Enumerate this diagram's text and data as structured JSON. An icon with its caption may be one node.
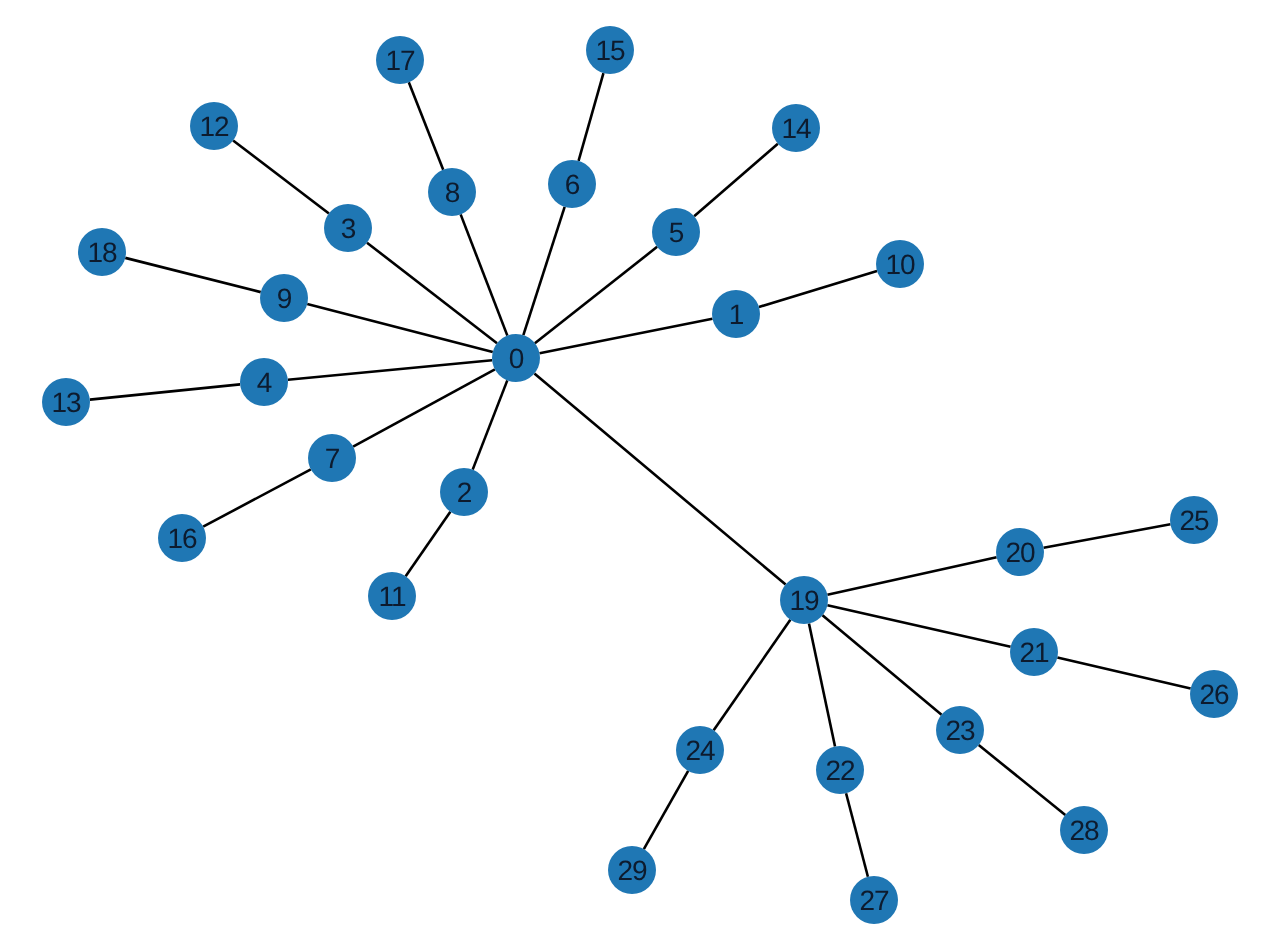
{
  "diagram": {
    "nodes": [
      {
        "text": [
          "0"
        ]
      },
      {
        "text": [
          "1"
        ]
      },
      {
        "text": [
          "2"
        ]
      },
      {
        "text": [
          "3"
        ]
      },
      {
        "text": [
          "4"
        ]
      },
      {
        "text": [
          "5"
        ]
      },
      {
        "text": [
          "6"
        ]
      },
      {
        "text": [
          "7"
        ]
      },
      {
        "text": [
          "8"
        ]
      },
      {
        "text": [
          "9"
        ]
      },
      {
        "text": [
          "10"
        ]
      },
      {
        "text": [
          "11"
        ]
      },
      {
        "text": [
          "12"
        ]
      },
      {
        "text": [
          "13"
        ]
      },
      {
        "text": [
          "14"
        ]
      },
      {
        "text": [
          "15"
        ]
      },
      {
        "text": [
          "16"
        ]
      },
      {
        "text": [
          "17"
        ]
      },
      {
        "text": [
          "18"
        ]
      },
      {
        "text": [
          "19"
        ]
      },
      {
        "text": [
          "20"
        ]
      },
      {
        "text": [
          "21"
        ]
      },
      {
        "text": [
          "22"
        ]
      },
      {
        "text": [
          "23"
        ]
      },
      {
        "text": [
          "24"
        ]
      },
      {
        "text": [
          "25"
        ]
      },
      {
        "text": [
          "26"
        ]
      },
      {
        "text": [
          "27"
        ]
      },
      {
        "text": [
          "28"
        ]
      },
      {
        "text": [
          "29"
        ]
      }
    ],
    "edges": [
      {
        "from": 0,
        "to": 1,
        "arrow": "none"
      },
      {
        "from": 0,
        "to": 2,
        "arrow": "none"
      },
      {
        "from": 0,
        "to": 3,
        "arrow": "none"
      },
      {
        "from": 0,
        "to": 4,
        "arrow": "none"
      },
      {
        "from": 0,
        "to": 5,
        "arrow": "none"
      },
      {
        "from": 0,
        "to": 6,
        "arrow": "none"
      },
      {
        "from": 0,
        "to": 7,
        "arrow": "none"
      },
      {
        "from": 0,
        "to": 8,
        "arrow": "none"
      },
      {
        "from": 0,
        "to": 9,
        "arrow": "none"
      },
      {
        "from": 0,
        "to": 19,
        "arrow": "none"
      },
      {
        "from": 1,
        "to": 10,
        "arrow": "none"
      },
      {
        "from": 2,
        "to": 11,
        "arrow": "none"
      },
      {
        "from": 3,
        "to": 12,
        "arrow": "none"
      },
      {
        "from": 4,
        "to": 13,
        "arrow": "none"
      },
      {
        "from": 5,
        "to": 14,
        "arrow": "none"
      },
      {
        "from": 6,
        "to": 15,
        "arrow": "none"
      },
      {
        "from": 7,
        "to": 16,
        "arrow": "none"
      },
      {
        "from": 8,
        "to": 17,
        "arrow": "none"
      },
      {
        "from": 9,
        "to": 18,
        "arrow": "none"
      },
      {
        "from": 19,
        "to": 20,
        "arrow": "none"
      },
      {
        "from": 19,
        "to": 21,
        "arrow": "none"
      },
      {
        "from": 19,
        "to": 22,
        "arrow": "none"
      },
      {
        "from": 19,
        "to": 23,
        "arrow": "none"
      },
      {
        "from": 19,
        "to": 24,
        "arrow": "none"
      },
      {
        "from": 20,
        "to": 25,
        "arrow": "none"
      },
      {
        "from": 21,
        "to": 26,
        "arrow": "none"
      },
      {
        "from": 22,
        "to": 27,
        "arrow": "none"
      },
      {
        "from": 23,
        "to": 28,
        "arrow": "none"
      },
      {
        "from": 24,
        "to": 29,
        "arrow": "none"
      }
    ]
  }
}
